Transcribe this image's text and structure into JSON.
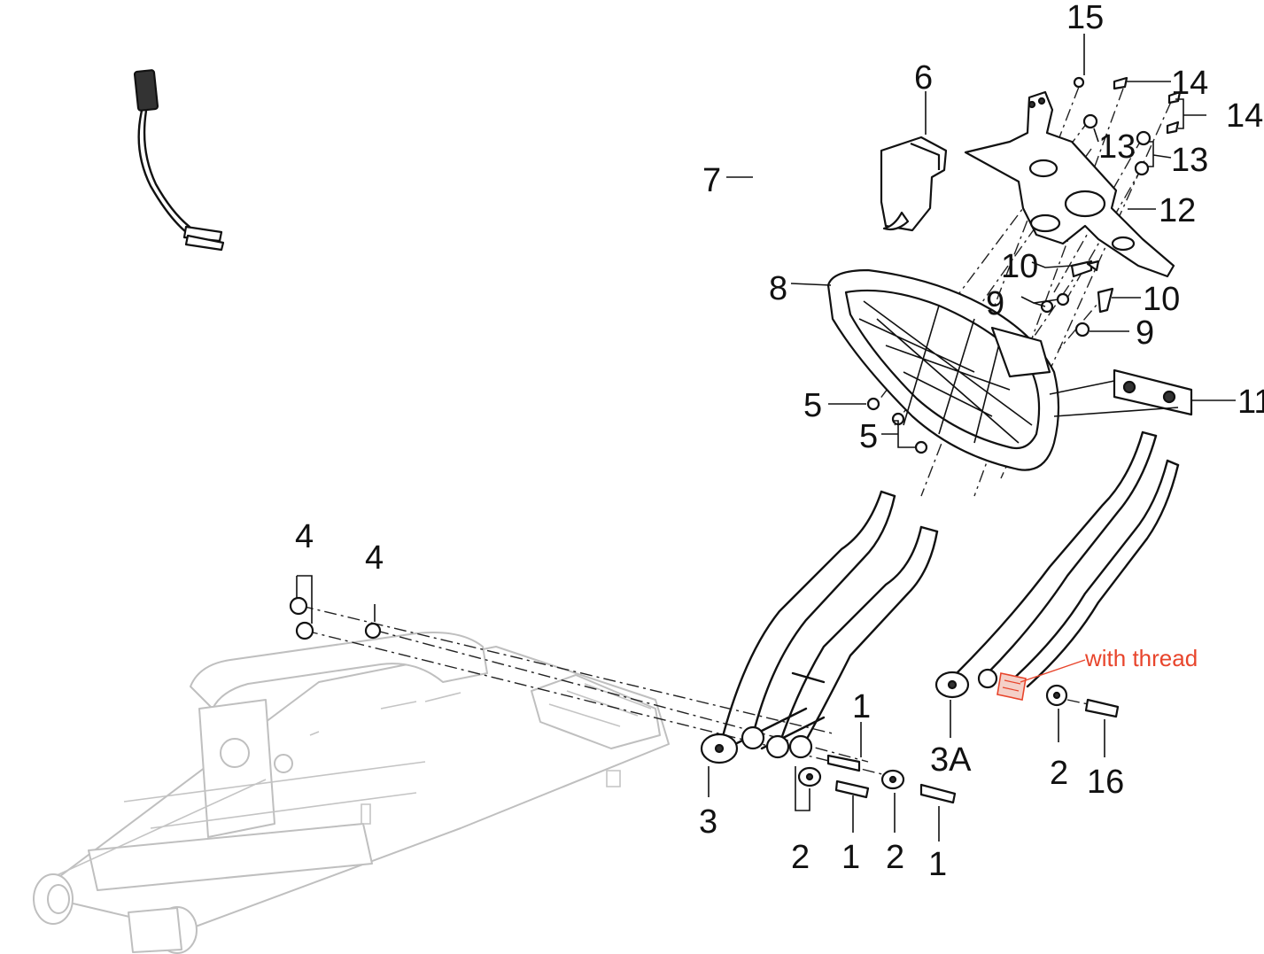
{
  "callouts": [
    {
      "id": "c15",
      "text": "15"
    },
    {
      "id": "c14a",
      "text": "14"
    },
    {
      "id": "c14b",
      "text": "14"
    },
    {
      "id": "c6",
      "text": "6"
    },
    {
      "id": "c13a",
      "text": "13"
    },
    {
      "id": "c13b",
      "text": "13"
    },
    {
      "id": "c7",
      "text": "7"
    },
    {
      "id": "c12",
      "text": "12"
    },
    {
      "id": "c10a",
      "text": "10"
    },
    {
      "id": "c8",
      "text": "8"
    },
    {
      "id": "c9a",
      "text": "9"
    },
    {
      "id": "c10b",
      "text": "10"
    },
    {
      "id": "c9b",
      "text": "9"
    },
    {
      "id": "c5a",
      "text": "5"
    },
    {
      "id": "c11",
      "text": "11"
    },
    {
      "id": "c5b",
      "text": "5"
    },
    {
      "id": "c4a",
      "text": "4"
    },
    {
      "id": "c4b",
      "text": "4"
    },
    {
      "id": "c1a",
      "text": "1"
    },
    {
      "id": "c3a",
      "text": "3A"
    },
    {
      "id": "c2a",
      "text": "2"
    },
    {
      "id": "c16",
      "text": "16"
    },
    {
      "id": "c3",
      "text": "3"
    },
    {
      "id": "c2b",
      "text": "2"
    },
    {
      "id": "c1b",
      "text": "1"
    },
    {
      "id": "c2c",
      "text": "2"
    },
    {
      "id": "c1c",
      "text": "1"
    }
  ],
  "annotation": "with thread",
  "colors": {
    "annotation": "#e8452c",
    "line": "#111111",
    "ghost": "#bfbfbf"
  }
}
